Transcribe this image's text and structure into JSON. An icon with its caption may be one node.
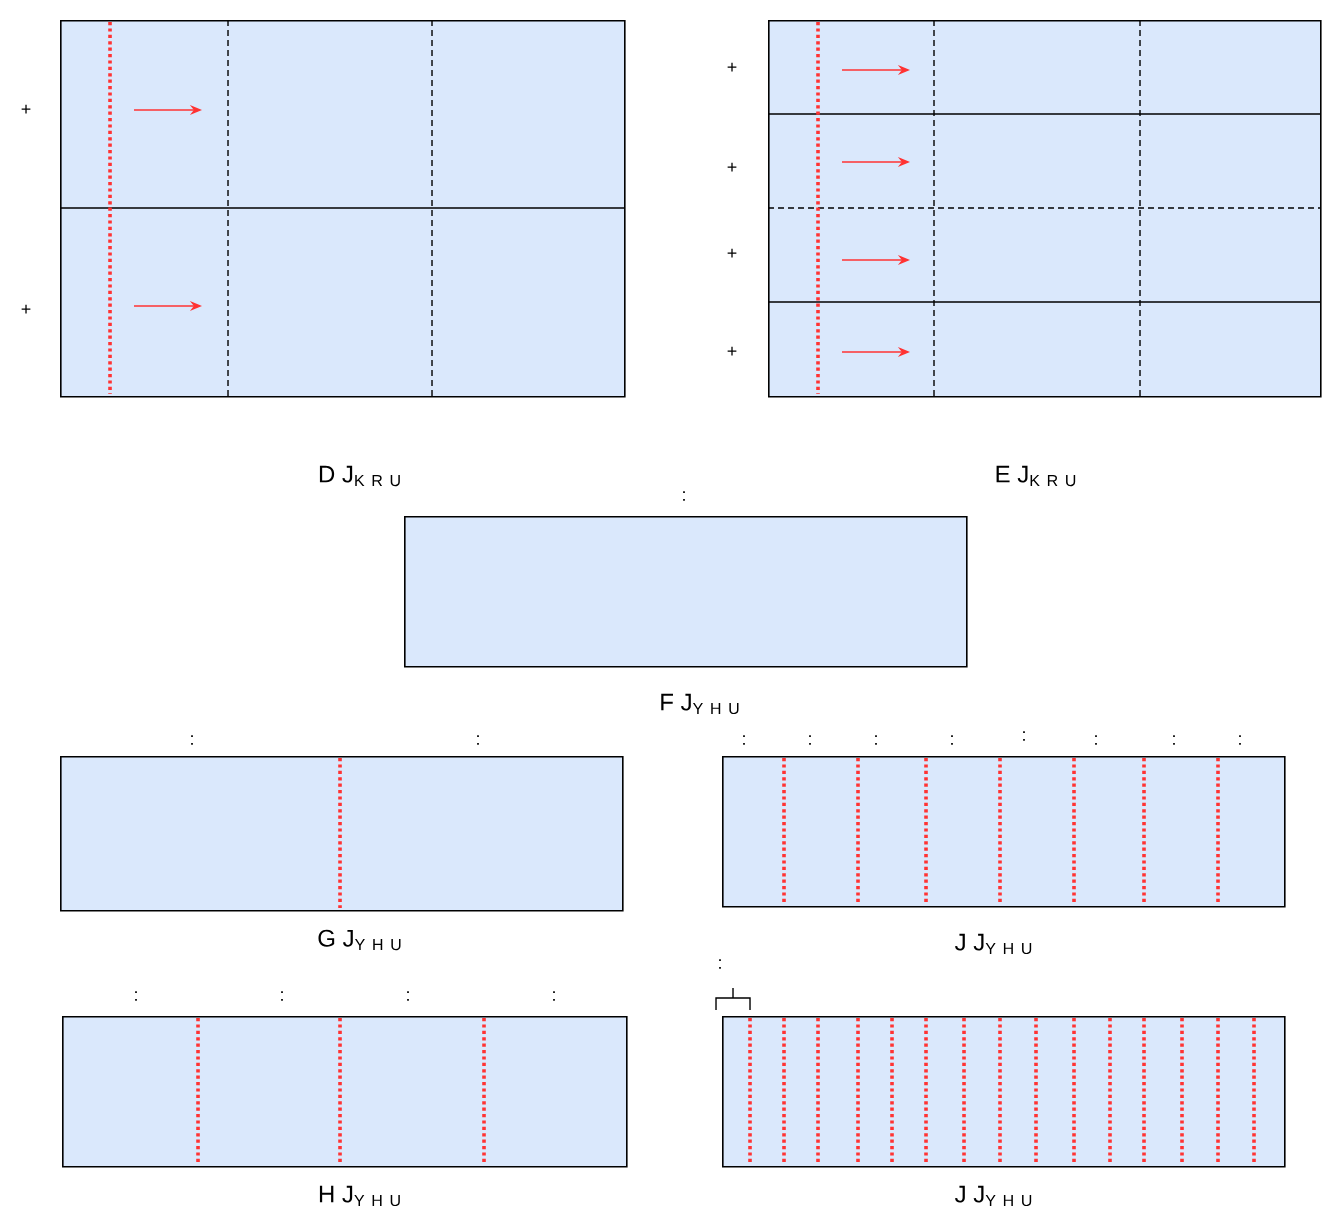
{
  "diagram": {
    "nodes": [
      {
        "text": [],
        "shape": "box"
      },
      {
        "text": [],
        "shape": "box",
        "beside": [
          "\\mathrm{E\\ J}_{\\mathrm{K\\ R\\ U}}"
        ]
      },
      {
        "text": [],
        "shape": "box",
        "beside": [
          ":",
          "\\mathrm{F\\ J}_{\\mathrm{Y\\ H\\ U}}"
        ]
      },
      {
        "text": [],
        "shape": "box",
        "beside": [
          ":",
          ":",
          "\\mathrm{G\\ J}_{\\mathrm{Y\\ H\\ U}}"
        ]
      },
      {
        "text": [],
        "shape": "box",
        "beside": [
          ":",
          ":",
          ":",
          ":",
          ":",
          ":",
          ":",
          ":",
          "\\mathrm{J\\ J}_{\\mathrm{Y\\ H\\ U}}"
        ]
      },
      {
        "text": [],
        "shape": "box",
        "beside": [
          ":",
          ":",
          ":",
          ":",
          "\\mathrm{H\\ J}_{\\mathrm{Y\\ H\\ U}}"
        ]
      },
      {
        "text": [],
        "shape": "box",
        "beside": [
          ":",
          "\\mathrm{J\\ J}_{\\mathrm{Y\\ H\\ U}}"
        ]
      }
    ],
    "labels": [
      "+",
      "+",
      "+",
      "+",
      "+",
      "+",
      "\\mathrm{D\\ J}_{\\mathrm{K\\ R\\ U}}"
    ]
  }
}
